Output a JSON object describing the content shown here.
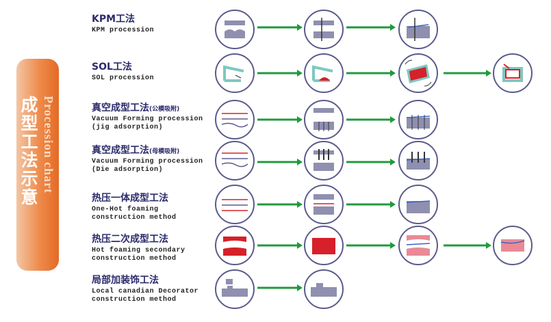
{
  "side": {
    "cn": "成型工法示意",
    "en": "Procession chart"
  },
  "rows": [
    {
      "title": "KPM工法",
      "title_small": "",
      "sub1": "KPM procession",
      "sub2": "",
      "sub3": "",
      "steps": 3
    },
    {
      "title": "SOL工法",
      "title_small": "",
      "sub1": "SOL procession",
      "sub2": "",
      "sub3": "",
      "steps": 4
    },
    {
      "title": "真空成型工法",
      "title_small": "(公模吸附)",
      "sub1": "Vacuum Forming procession",
      "sub2": "(jig adsorption)",
      "sub3": "",
      "steps": 3
    },
    {
      "title": "真空成型工法",
      "title_small": "(母模吸附)",
      "sub1": "Vacuum Forming procession",
      "sub2": "(Die adsorption)",
      "sub3": "",
      "steps": 3
    },
    {
      "title": "热压一体成型工法",
      "title_small": "",
      "sub1": "One-Hot foaming",
      "sub2": "construction method",
      "sub3": "",
      "steps": 3
    },
    {
      "title": "热压二次成型工法",
      "title_small": "",
      "sub1": "Hot foaming secondary",
      "sub2": "construction method",
      "sub3": "",
      "steps": 4
    },
    {
      "title": "局部加装饰工法",
      "title_small": "",
      "sub1": "Local canadian Decorator",
      "sub2": "construction method",
      "sub3": "",
      "steps": 2
    }
  ],
  "colors": {
    "arrow": "#1f9a3c",
    "circle_border": "#5a5a8c",
    "mold": "#8f8fb0",
    "red": "#d6202a",
    "pink": "#e98a96",
    "teal": "#7ec8c0",
    "tab_orange": "#e46a24"
  }
}
